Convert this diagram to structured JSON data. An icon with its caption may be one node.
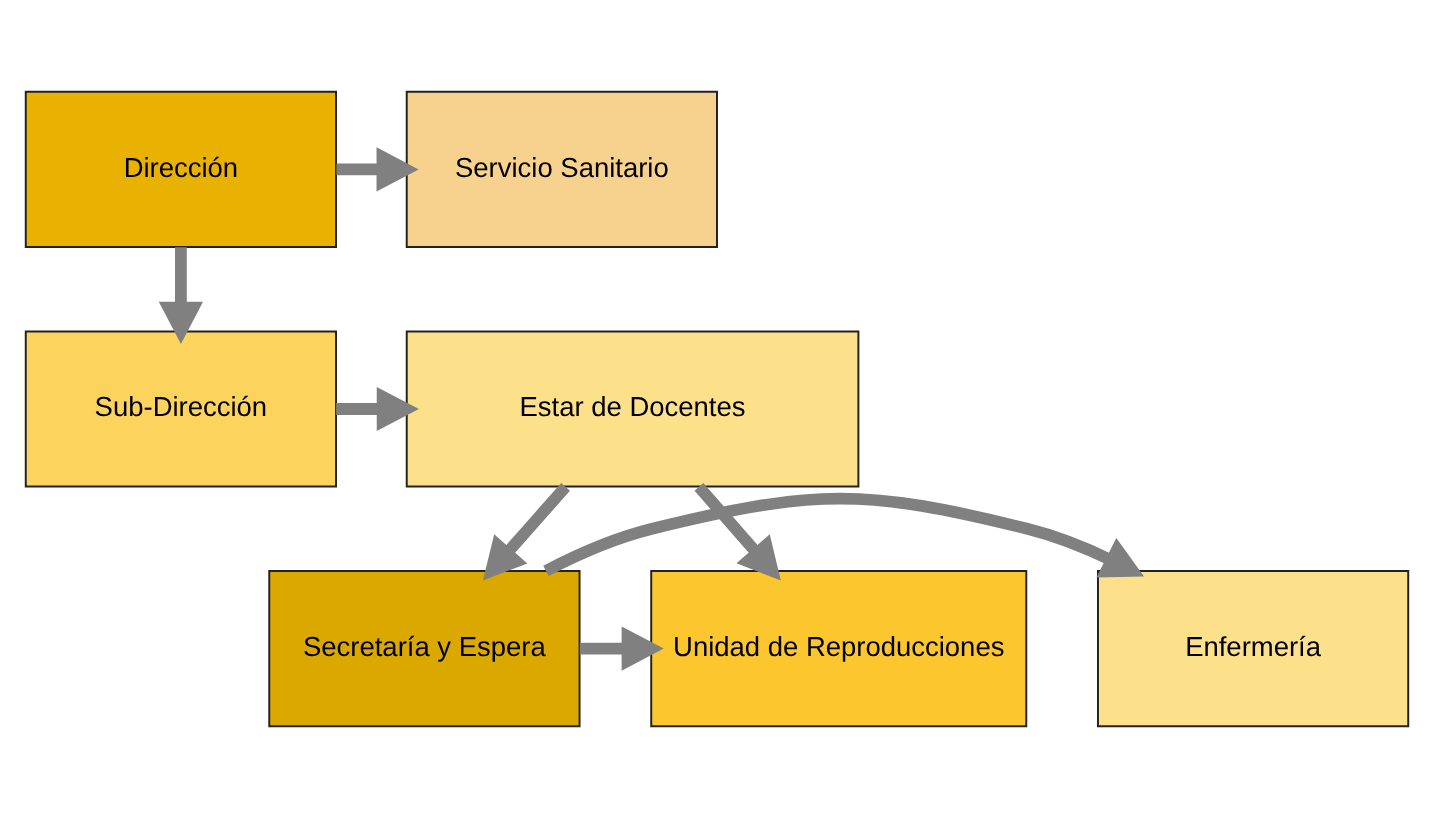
{
  "diagram": {
    "nodes": [
      {
        "text": [
          "Dirección"
        ]
      },
      {
        "text": [
          "Servicio Sanitario"
        ]
      },
      {
        "text": [
          "Sub-Dirección"
        ]
      },
      {
        "text": [
          "Estar de Docentes"
        ]
      },
      {
        "text": [
          "Enfermería"
        ]
      },
      {
        "text": [
          "Secretaría y Espera"
        ]
      },
      {
        "text": [
          "Unidad de Reproducciones"
        ]
      }
    ],
    "edges": [
      {
        "from": 0,
        "to": 1,
        "arrow": "to"
      },
      {
        "from": 0,
        "to": 2,
        "arrow": "to"
      },
      {
        "from": 2,
        "to": 3,
        "arrow": "to"
      },
      {
        "from": 3,
        "to": 5,
        "arrow": "to"
      },
      {
        "from": 3,
        "to": 6,
        "arrow": "to"
      },
      {
        "from": 5,
        "to": 4,
        "arrow": "to"
      },
      {
        "from": 5,
        "to": 6,
        "arrow": "to"
      }
    ]
  }
}
